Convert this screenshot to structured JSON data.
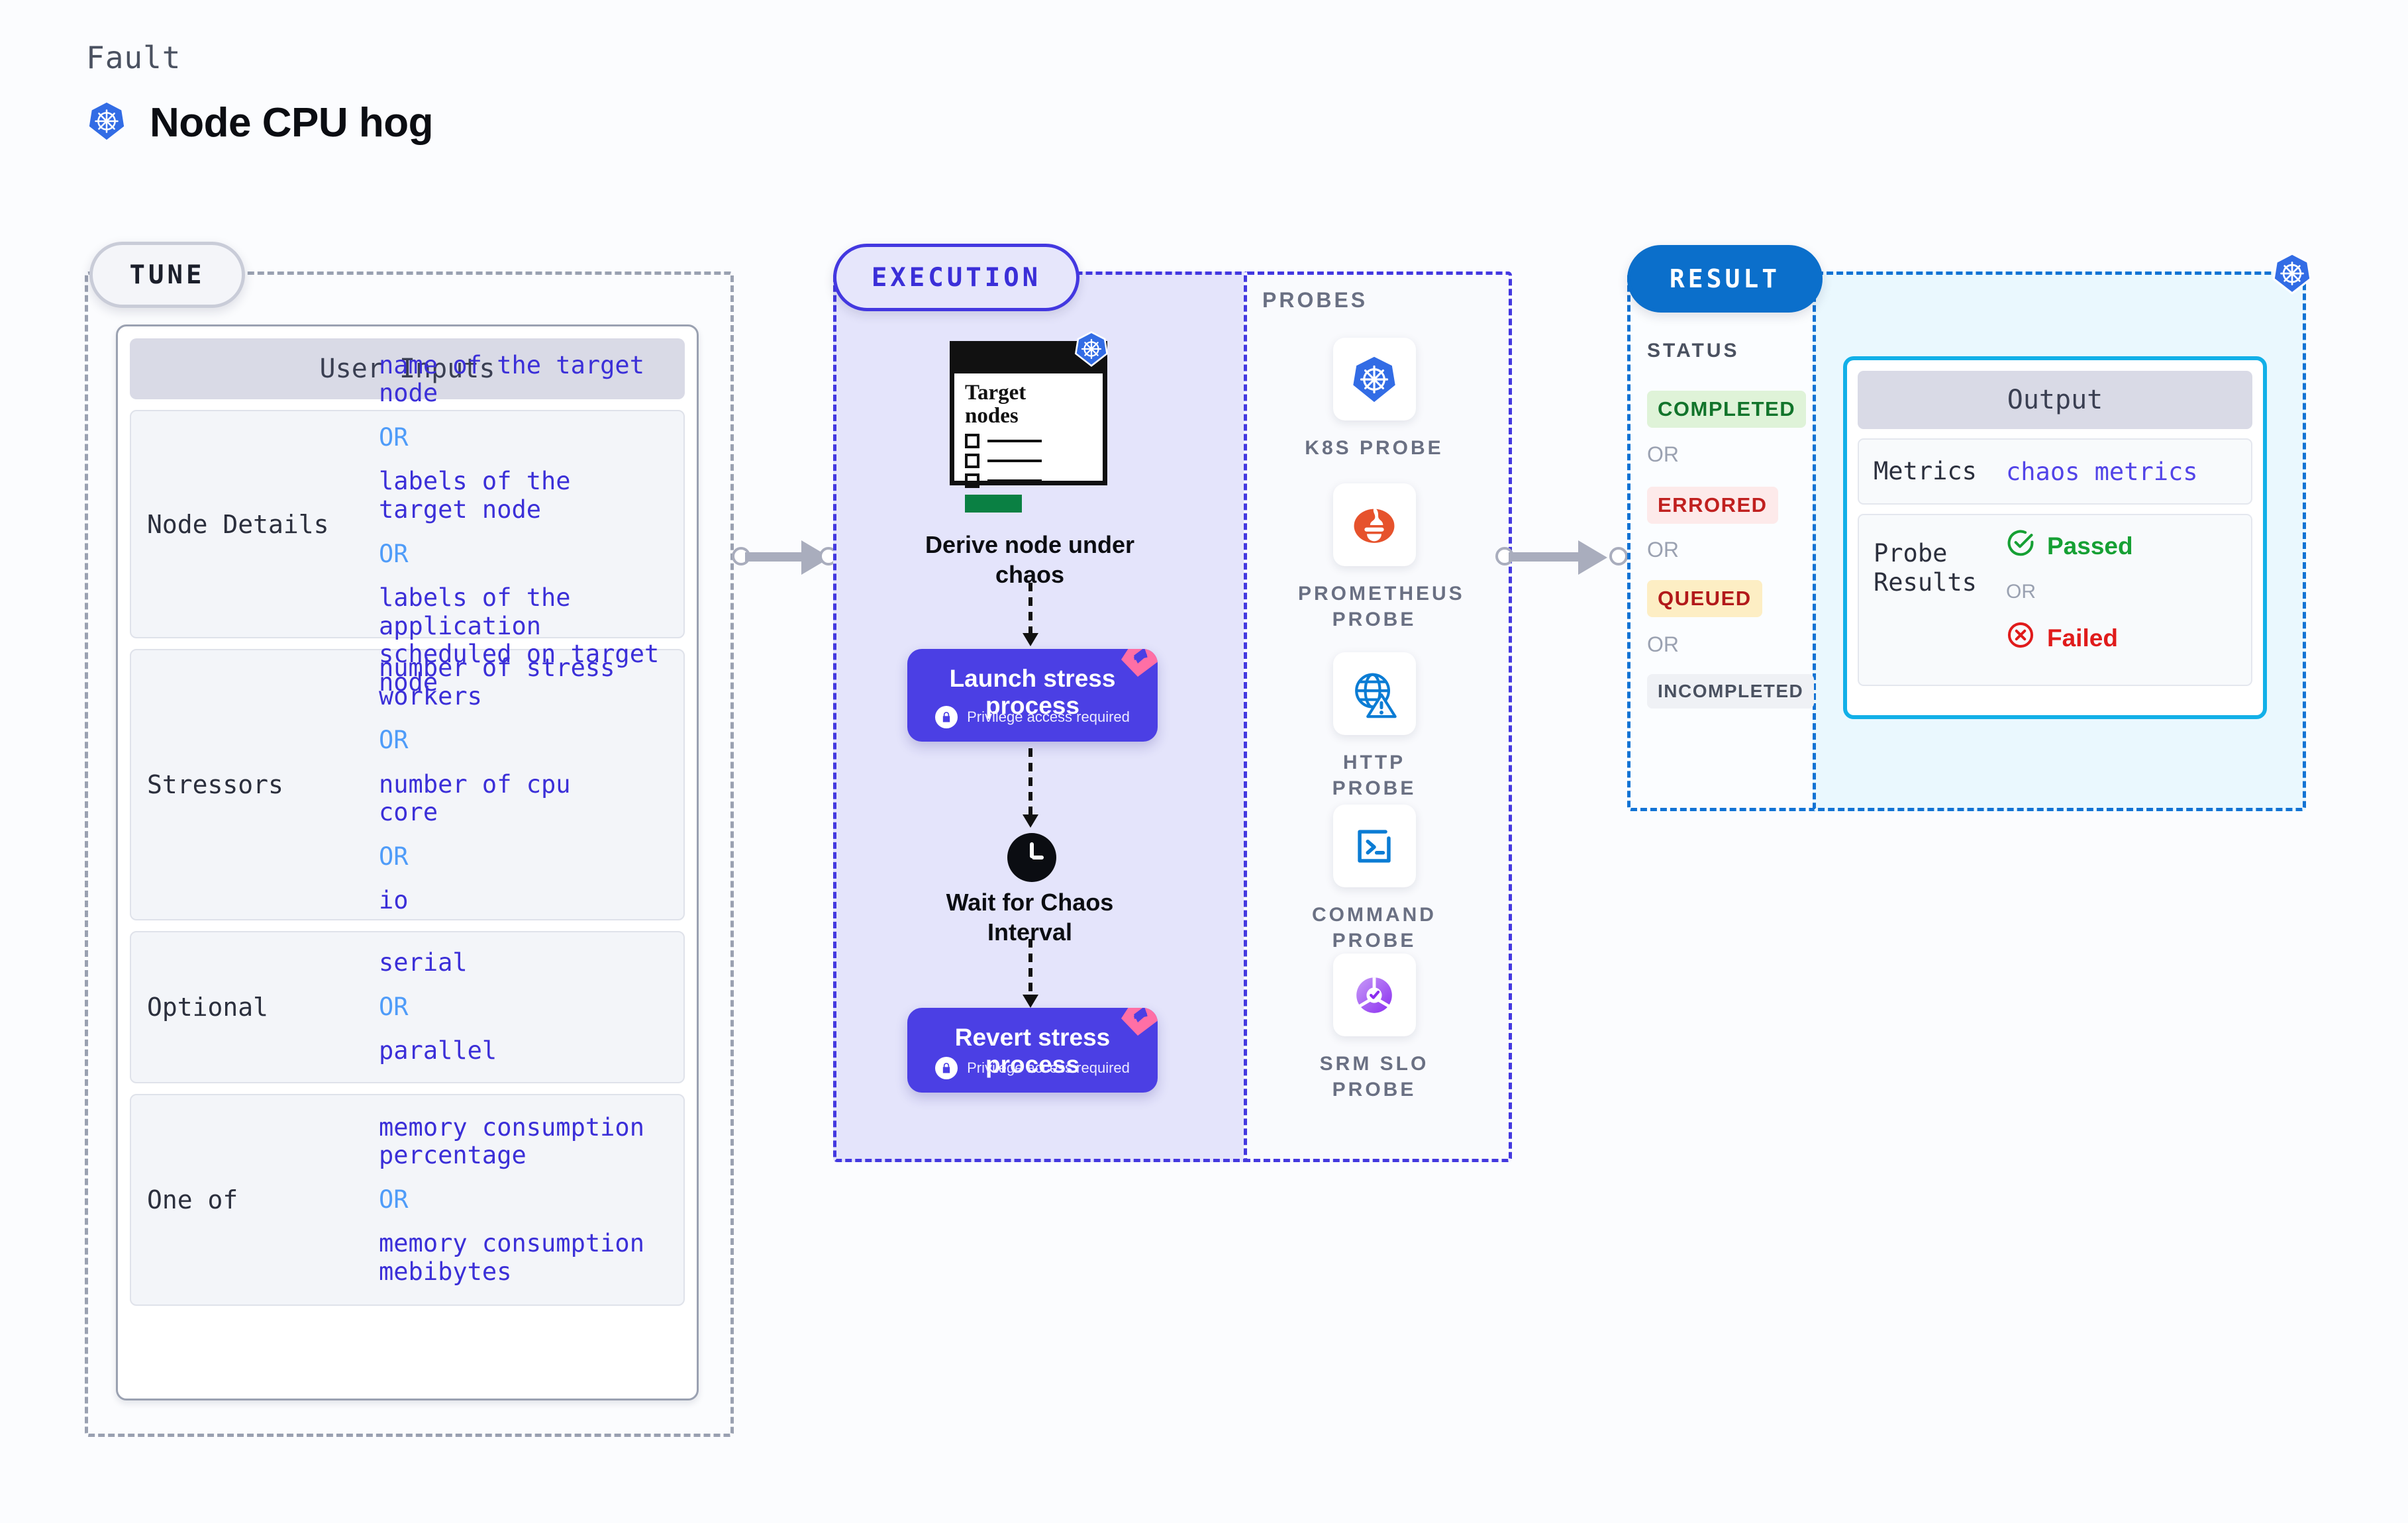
{
  "header": {
    "kicker": "Fault",
    "title": "Node CPU hog",
    "icon": "kubernetes-icon"
  },
  "tune": {
    "chip": "TUNE",
    "card_title": "User Inputs",
    "rows": [
      {
        "label": "Node Details",
        "values": [
          "name of the target\nnode",
          "OR",
          "labels of the\ntarget node",
          "OR",
          "labels of the application\n scheduled on target node"
        ]
      },
      {
        "label": "Stressors",
        "values": [
          "number of stress\nworkers",
          "OR",
          "number of cpu\ncore",
          "OR",
          "io"
        ]
      },
      {
        "label": "Optional",
        "values": [
          "serial",
          "OR",
          "parallel"
        ]
      },
      {
        "label": "One of",
        "values": [
          "memory consumption\npercentage",
          "OR",
          "memory consumption\nmebibytes"
        ]
      }
    ]
  },
  "execution": {
    "chip": "EXECUTION",
    "derive": {
      "doc_title": "Target\nnodes",
      "caption": "Derive node under\nchaos",
      "icon": "kubernetes-icon"
    },
    "launch": {
      "title": "Launch stress\nprocess",
      "subtitle": "Privilege access required",
      "icon": "lock-icon"
    },
    "wait": {
      "caption": "Wait for Chaos\nInterval",
      "icon": "clock-icon"
    },
    "revert": {
      "title": "Revert stress\nprocess",
      "subtitle": "Privilege access required",
      "icon": "lock-icon"
    }
  },
  "probes": {
    "label": "PROBES",
    "items": [
      {
        "name": "K8S PROBE",
        "icon": "kubernetes-icon"
      },
      {
        "name": "PROMETHEUS\nPROBE",
        "icon": "prometheus-icon"
      },
      {
        "name": "HTTP PROBE",
        "icon": "globe-warning-icon"
      },
      {
        "name": "COMMAND\nPROBE",
        "icon": "terminal-icon"
      },
      {
        "name": "SRM SLO\nPROBE",
        "icon": "slo-donut-icon"
      }
    ]
  },
  "result": {
    "chip": "RESULT",
    "status_label": "STATUS",
    "or_label": "OR",
    "statuses": [
      {
        "text": "COMPLETED",
        "bg": "#dff3d8",
        "fg": "#12742b"
      },
      {
        "text": "ERRORED",
        "bg": "#fdeaea",
        "fg": "#c0201f"
      },
      {
        "text": "QUEUED",
        "bg": "#fdeec4",
        "fg": "#b2191a"
      },
      {
        "text": "INCOMPLETED",
        "bg": "#eff1f5",
        "fg": "#4a5160"
      }
    ]
  },
  "output": {
    "title": "Output",
    "metrics_label": "Metrics",
    "metrics_value": "chaos metrics",
    "probe_results_label": "Probe\nResults",
    "passed": "Passed",
    "or_label": "OR",
    "failed": "Failed",
    "passed_icon": "check-circle-icon",
    "failed_icon": "x-circle-icon",
    "corner_icon": "kubernetes-icon"
  },
  "colors": {
    "accent_purple": "#4b3fe4",
    "accent_blue": "#0b6fcb",
    "accent_cyan": "#12b0e8",
    "k8s_blue": "#326ce5",
    "pink_ribbon": "#ff6fa5",
    "link_purple": "#3b2fd8",
    "or_blue": "#4f9cf9"
  }
}
